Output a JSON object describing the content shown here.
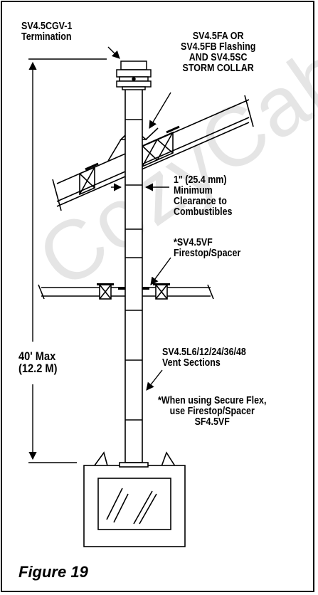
{
  "labels": {
    "termination": [
      "SV4.5CGV-1",
      "Termination"
    ],
    "flashing": [
      "SV4.5FA OR",
      "SV4.5FB Flashing",
      "AND SV4.5SC",
      "STORM COLLAR"
    ],
    "clearance": [
      "1\" (25.4 mm)",
      "Minimum",
      "Clearance to",
      "Combustibles"
    ],
    "firestop": [
      "*SV4.5VF",
      "Firestop/Spacer"
    ],
    "max_height": [
      "40' Max",
      "(12.2 M)"
    ],
    "vent_sections": [
      "SV4.5L6/12/24/36/48",
      "Vent Sections"
    ],
    "secure_flex_note": [
      "*When using Secure Flex,",
      "use Firestop/Spacer",
      "SF4.5VF"
    ]
  },
  "figure_caption": "Figure 19",
  "watermark": "CozyCabin",
  "colors": {
    "ink": "#000000",
    "background": "#ffffff",
    "watermark": "#e6e6e6"
  }
}
